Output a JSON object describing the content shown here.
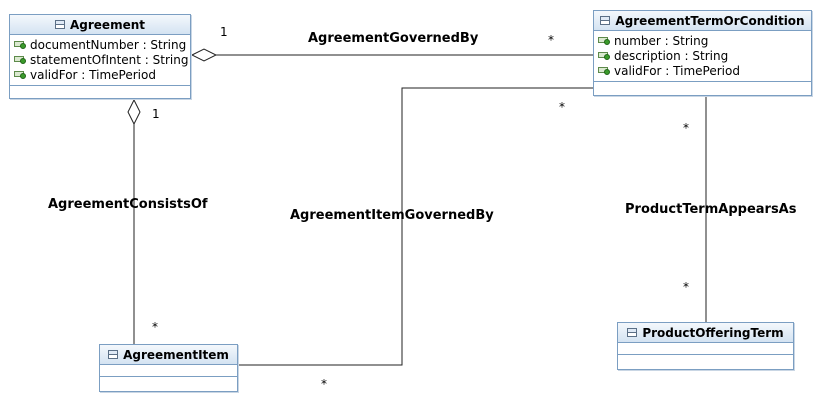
{
  "classes": {
    "agreement": {
      "name": "Agreement",
      "attributes": [
        "documentNumber : String",
        "statementOfIntent : String",
        "validFor : TimePeriod"
      ]
    },
    "term_or_condition": {
      "name": "AgreementTermOrCondition",
      "attributes": [
        "number : String",
        "description : String",
        "validFor : TimePeriod"
      ]
    },
    "agreement_item": {
      "name": "AgreementItem"
    },
    "product_offering_term": {
      "name": "ProductOfferingTerm"
    }
  },
  "associations": {
    "governed_by": {
      "name": "AgreementGovernedBy",
      "source_mult": "1",
      "target_mult": "*"
    },
    "consists_of": {
      "name": "AgreementConsistsOf",
      "source_mult": "1",
      "target_mult": "*"
    },
    "item_governed_by": {
      "name": "AgreementItemGovernedBy",
      "source_mult": "*",
      "target_mult": "*"
    },
    "appears_as": {
      "name": "ProductTermAppearsAs",
      "source_mult": "*",
      "target_mult": "*"
    }
  }
}
